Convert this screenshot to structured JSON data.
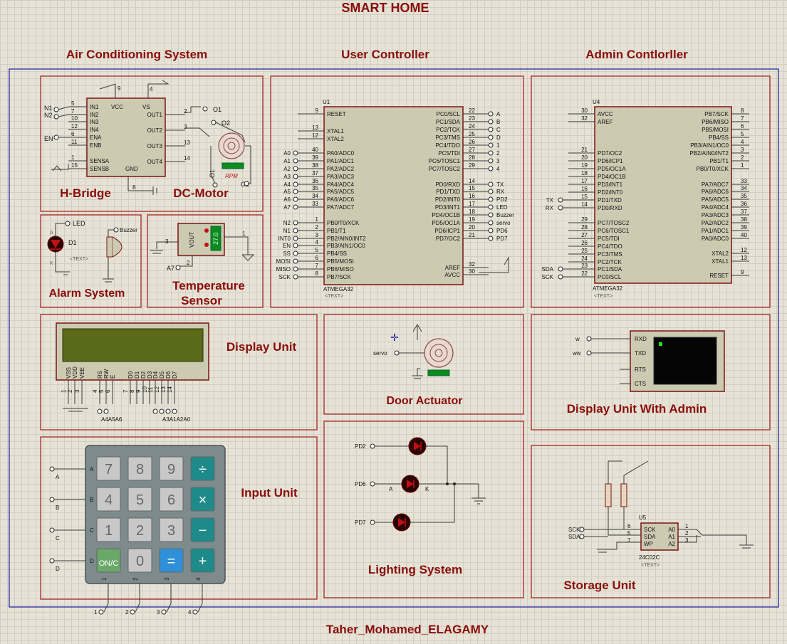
{
  "header": {
    "title": "SMART HOME",
    "author": "Taher_Mohamed_ELAGAMY"
  },
  "sections": {
    "air": "Air Conditioning System",
    "user": "User Controller",
    "admin": "Admin Contlorller",
    "hbridge": "H-Bridge",
    "dcmotor": "DC-Motor",
    "alarm": "Alarm System",
    "temp1": "Temperature",
    "temp2": "Sensor",
    "display": "Display Unit",
    "door": "Door Actuator",
    "display_admin": "Display Unit With Admin",
    "input": "Input Unit",
    "lighting": "Lighting System",
    "storage": "Storage Unit"
  },
  "hbridge": {
    "left_pins": [
      "IN1",
      "IN2",
      "IN3",
      "IN4",
      "ENA",
      "ENB",
      "SENSA",
      "SENSB"
    ],
    "left_nums": [
      "5",
      "7",
      "10",
      "12",
      "6",
      "11",
      "1",
      "15"
    ],
    "right_pins": [
      "OUT1",
      "OUT2",
      "OUT3",
      "OUT4"
    ],
    "right_nums": [
      "2",
      "3",
      "13",
      "14"
    ],
    "vcc": "VCC",
    "vs": "VS",
    "gnd": "GND",
    "vcc_num": "9",
    "vs_num": "4",
    "gnd_num": "8",
    "labels": {
      "n1": "N1",
      "n2": "N2",
      "en": "EN",
      "o1": "O1",
      "o2": "O2",
      "o1b": "O1",
      "o2b": "O2"
    },
    "motor_label": "RPM"
  },
  "u1": {
    "ref": "U1",
    "part": "ATMEGA32",
    "text": "<TEXT>",
    "left_pins": [
      "RESET",
      "XTAL1",
      "XTAL2",
      "PA0/ADC0",
      "PA1/ADC1",
      "PA2/ADC2",
      "PA3/ADC3",
      "PA4/ADC4",
      "PA5/ADC5",
      "PA6/ADC6",
      "PA7/ADC7",
      "PB0/T0/XCK",
      "PB1/T1",
      "PB2/AIN0/INT2",
      "PB3/AIN1/OC0",
      "PB4/SS",
      "PB5/MOSI",
      "PB6/MISO",
      "PB7/SCK"
    ],
    "left_nums": [
      "9",
      "13",
      "12",
      "40",
      "39",
      "38",
      "37",
      "36",
      "35",
      "34",
      "33",
      "1",
      "2",
      "3",
      "4",
      "5",
      "6",
      "7",
      "8"
    ],
    "left_nets": [
      "",
      "",
      "",
      "A0",
      "A1",
      "A2",
      "A3",
      "A4",
      "A5",
      "A6",
      "A7",
      "N2",
      "N1",
      "INT0",
      "EN",
      "SS",
      "MOSI",
      "MISO",
      "SCK"
    ],
    "right_pins": [
      "PC0/SCL",
      "PC1/SDA",
      "PC2/TCK",
      "PC3/TMS",
      "PC4/TDO",
      "PC5/TDI",
      "PC6/TOSC1",
      "PC7/TOSC2",
      "PD0/RXD",
      "PD1/TXD",
      "PD2/INT0",
      "PD3/INT1",
      "PD4/OC1B",
      "PD5/OC1A",
      "PD6/ICP1",
      "PD7/OC2",
      "AREF",
      "AVCC"
    ],
    "right_nums": [
      "22",
      "23",
      "24",
      "25",
      "26",
      "27",
      "28",
      "29",
      "14",
      "15",
      "16",
      "17",
      "18",
      "19",
      "20",
      "21",
      "32",
      "30"
    ],
    "right_nets": [
      "A",
      "B",
      "C",
      "D",
      "1",
      "2",
      "3",
      "4",
      "TX",
      "RX",
      "PD2",
      "LED",
      "Buzzer",
      "servo",
      "PD6",
      "PD7",
      "",
      ""
    ]
  },
  "u4": {
    "ref": "U4",
    "part": "ATMEGA32",
    "text": "<TEXT>",
    "left_pins": [
      "AVCC",
      "AREF",
      "PD7/OC2",
      "PD6/ICP1",
      "PD5/OC1A",
      "PD4/OC1B",
      "PD3/INT1",
      "PD2/INT0",
      "PD1/TXD",
      "PD0/RXD",
      "PC7/TOSC2",
      "PC6/TOSC1",
      "PC5/TDI",
      "PC4/TDO",
      "PC3/TMS",
      "PC2/TCK",
      "PC1/SDA",
      "PC0/SCL"
    ],
    "left_nums": [
      "30",
      "32",
      "21",
      "20",
      "19",
      "18",
      "17",
      "16",
      "15",
      "14",
      "29",
      "28",
      "27",
      "26",
      "25",
      "24",
      "23",
      "22"
    ],
    "left_nets": [
      "",
      "",
      "",
      "",
      "",
      "",
      "",
      "",
      "TX",
      "RX",
      "",
      "",
      "",
      "",
      "",
      "",
      "SDA",
      "SCK"
    ],
    "right_pins": [
      "PB7/SCK",
      "PB6/MISO",
      "PB5/MOSI",
      "PB4/SS",
      "PB3/AIN1/OC0",
      "PB2/AIN0/INT2",
      "PB1/T1",
      "PB0/T0/XCK",
      "PA7/ADC7",
      "PA6/ADC6",
      "PA5/ADC5",
      "PA4/ADC4",
      "PA3/ADC3",
      "PA2/ADC2",
      "PA1/ADC1",
      "PA0/ADC0",
      "XTAL2",
      "XTAL1",
      "RESET"
    ],
    "right_nums": [
      "8",
      "7",
      "6",
      "5",
      "4",
      "3",
      "2",
      "1",
      "33",
      "34",
      "35",
      "36",
      "37",
      "38",
      "39",
      "40",
      "12",
      "13",
      "9"
    ]
  },
  "alarm": {
    "led": "LED",
    "buzzer": "Buzzer",
    "d1": "D1",
    "text": "<TEXT>",
    "a": "A",
    "k": "K"
  },
  "temp": {
    "vout": "VOUT",
    "pin1": "1",
    "pin2": "2",
    "pin3": "3",
    "net": "A7",
    "reading": "27.0"
  },
  "lcd": {
    "pins": [
      "VSS",
      "VDD",
      "VEE",
      "RS",
      "RW",
      "E",
      "D0",
      "D1",
      "D2",
      "D3",
      "D4",
      "D5",
      "D6",
      "D7"
    ],
    "nums": [
      "1",
      "2",
      "3",
      "4",
      "5",
      "6",
      "7",
      "8",
      "9",
      "10",
      "11",
      "12",
      "13",
      "14"
    ],
    "nets_left": "A4A5A6",
    "nets_right": "A3A1A2A0"
  },
  "door": {
    "net": "servo"
  },
  "terminal": {
    "pins": [
      "RXD",
      "TXD",
      "RTS",
      "CTS"
    ],
    "nets": [
      "w",
      "ww"
    ]
  },
  "keypad": {
    "rows": [
      "A",
      "B",
      "C",
      "D"
    ],
    "cols": [
      "1",
      "2",
      "3",
      "4"
    ],
    "keys": [
      "7",
      "8",
      "9",
      "÷",
      "4",
      "5",
      "6",
      "×",
      "1",
      "2",
      "3",
      "−",
      "ON/C",
      "0",
      "=",
      "+"
    ]
  },
  "lighting": {
    "nets": [
      "PD2",
      "PD6",
      "PD7"
    ],
    "a": "A",
    "k": "K"
  },
  "eeprom": {
    "ref": "U5",
    "part": "24C02C",
    "text": "<TEXT>",
    "left_pins": [
      "SCK",
      "SDA",
      "WP"
    ],
    "left_nums": [
      "6",
      "5",
      "7"
    ],
    "right_pins": [
      "A0",
      "A1",
      "A2"
    ],
    "right_nums": [
      "1",
      "2",
      "3"
    ],
    "nets": [
      "SCK",
      "SDA"
    ]
  }
}
